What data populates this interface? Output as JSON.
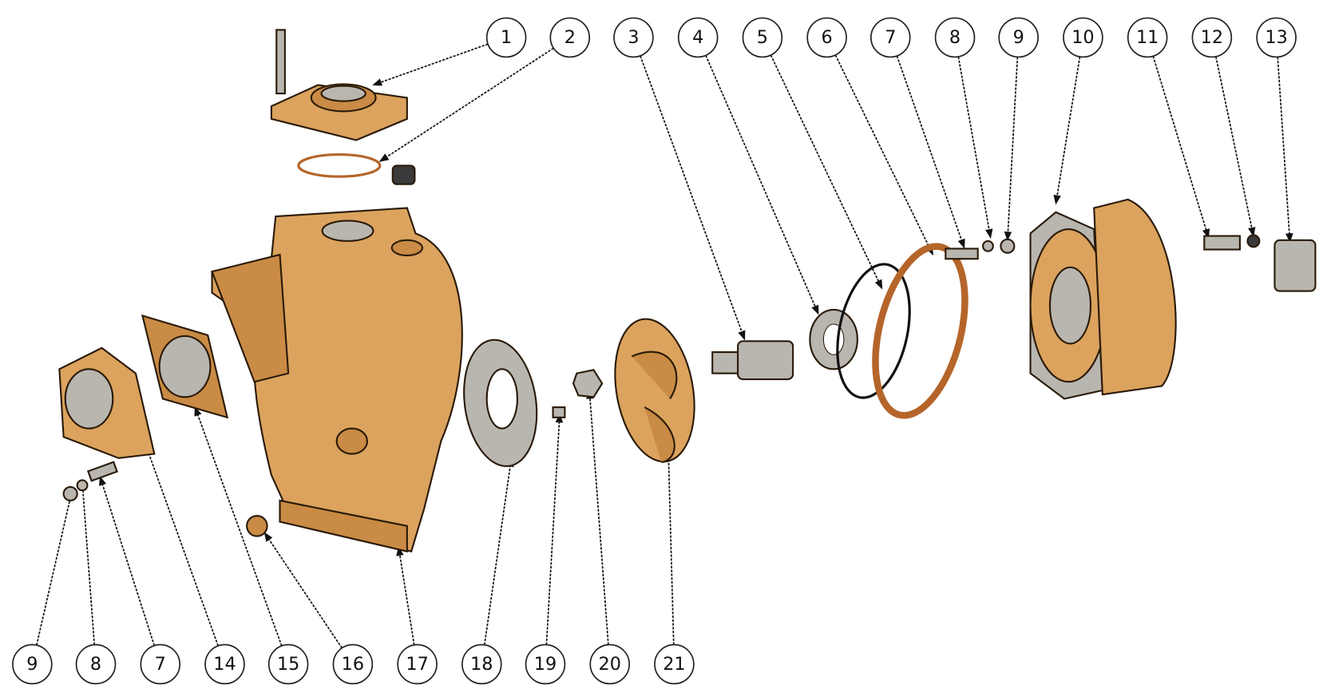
{
  "diagram": {
    "title": "Pump exploded view",
    "balloons_top": [
      "1",
      "2",
      "3",
      "4",
      "5",
      "6",
      "7",
      "8",
      "9",
      "10",
      "11",
      "12",
      "13"
    ],
    "balloons_bottom": [
      "9",
      "8",
      "7",
      "14",
      "15",
      "16",
      "17",
      "18",
      "19",
      "20",
      "21"
    ],
    "colors": {
      "bronze": "#dba35e",
      "grey": "#b9b6b0",
      "line": "#111111"
    }
  }
}
